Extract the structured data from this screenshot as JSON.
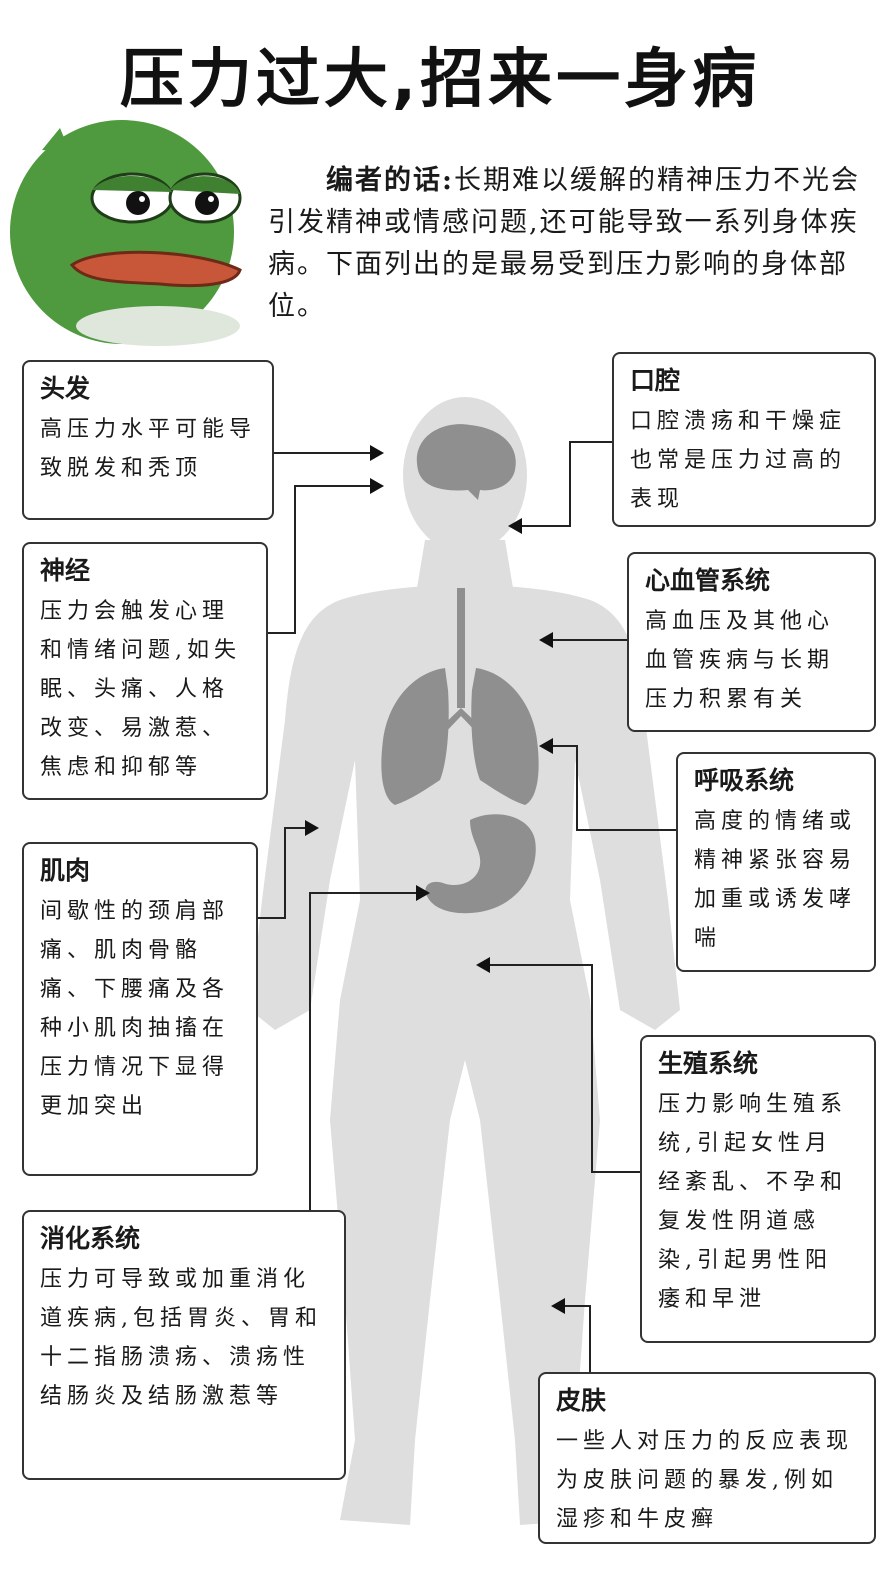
{
  "title": "压力过大,招来一身病",
  "intro": {
    "lead": "编者的话:",
    "text": "长期难以缓解的精神压力不光会引发精神或情感问题,还可能导致一系列身体疾病。下面列出的是最易受到压力影响的身体部位。"
  },
  "boxes": {
    "hair": {
      "title": "头发",
      "text": "高压力水平可能导致脱发和秃顶"
    },
    "nerves": {
      "title": "神经",
      "text": "压力会触发心理和情绪问题,如失眠、头痛、人格改变、易激惹、焦虑和抑郁等"
    },
    "muscle": {
      "title": "肌肉",
      "text": "间歇性的颈肩部痛、肌肉骨骼痛、下腰痛及各种小肌肉抽搐在压力情况下显得更加突出"
    },
    "digestive": {
      "title": "消化系统",
      "text": "压力可导致或加重消化道疾病,包括胃炎、胃和十二指肠溃疡、溃疡性结肠炎及结肠激惹等"
    },
    "mouth": {
      "title": "口腔",
      "text": "口腔溃疡和干燥症也常是压力过高的表现"
    },
    "cardio": {
      "title": "心血管系统",
      "text": "高血压及其他心血管疾病与长期压力积累有关"
    },
    "respiratory": {
      "title": "呼吸系统",
      "text": "高度的情绪或精神紧张容易加重或诱发哮喘"
    },
    "reproductive": {
      "title": "生殖系统",
      "text": "压力影响生殖系统,引起女性月经紊乱、不孕和复发性阴道感染,引起男性阳痿和早泄"
    },
    "skin": {
      "title": "皮肤",
      "text": "一些人对压力的反应表现为皮肤问题的暴发,例如湿疹和牛皮癣"
    }
  },
  "colors": {
    "body": "#dedede",
    "organ": "#8f8f8f",
    "frog_skin": "#4f9a3e",
    "frog_lips": "#c8573a",
    "line": "#222222"
  }
}
